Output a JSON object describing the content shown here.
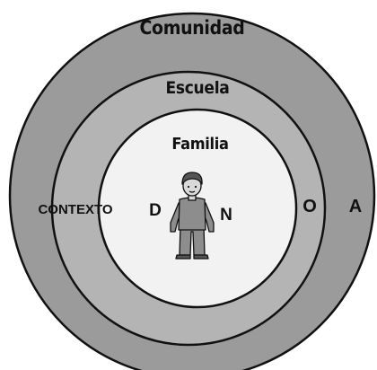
{
  "diagram": {
    "colors": {
      "outer_ring": "#9b9b9b",
      "middle_ring": "#b4b4b4",
      "inner_circle": "#f2f2f2",
      "stroke": "#111111",
      "child_fill": "#8d8d8d",
      "child_hair": "#555555"
    },
    "rings": {
      "outer": {
        "label": "Comunidad"
      },
      "middle": {
        "label": "Escuela"
      },
      "inner": {
        "label": "Familia"
      }
    },
    "side_labels": {
      "contexto": "CONTEXTO",
      "d": "D",
      "n": "N",
      "o": "O",
      "a": "A"
    },
    "center_figure": {
      "icon": "child-icon"
    }
  }
}
